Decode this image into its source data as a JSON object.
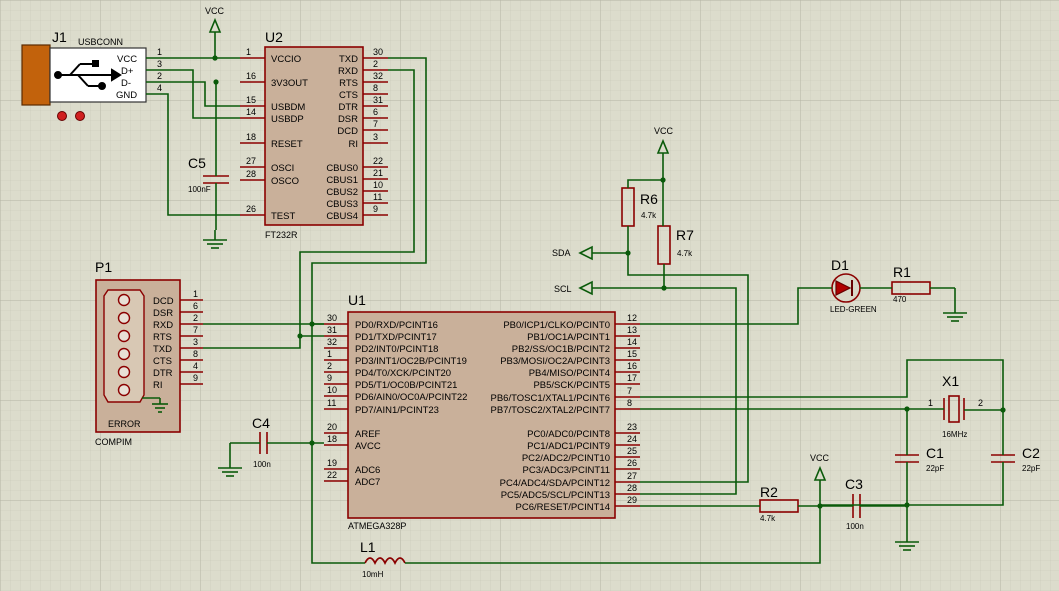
{
  "components": {
    "J1": {
      "ref": "J1",
      "name": "USBCONN",
      "pins": [
        "VCC",
        "D+",
        "D-",
        "GND"
      ],
      "pin_numbers": [
        "1",
        "3",
        "2",
        "4"
      ]
    },
    "U2": {
      "ref": "U2",
      "part": "FT232R",
      "left_pins": [
        {
          "num": "1",
          "name": "VCCIO"
        },
        {
          "num": "16",
          "name": "3V3OUT"
        },
        {
          "num": "15",
          "name": "USBDM"
        },
        {
          "num": "14",
          "name": "USBDP"
        },
        {
          "num": "18",
          "name": "RESET"
        },
        {
          "num": "27",
          "name": "OSCI"
        },
        {
          "num": "28",
          "name": "OSCO"
        },
        {
          "num": "26",
          "name": "TEST"
        }
      ],
      "right_pins": [
        {
          "num": "30",
          "name": "TXD"
        },
        {
          "num": "2",
          "name": "RXD"
        },
        {
          "num": "32",
          "name": "RTS"
        },
        {
          "num": "8",
          "name": "CTS"
        },
        {
          "num": "31",
          "name": "DTR"
        },
        {
          "num": "6",
          "name": "DSR"
        },
        {
          "num": "7",
          "name": "DCD"
        },
        {
          "num": "3",
          "name": "RI"
        },
        {
          "num": "22",
          "name": "CBUS0"
        },
        {
          "num": "21",
          "name": "CBUS1"
        },
        {
          "num": "10",
          "name": "CBUS2"
        },
        {
          "num": "11",
          "name": "CBUS3"
        },
        {
          "num": "9",
          "name": "CBUS4"
        }
      ]
    },
    "C5": {
      "ref": "C5",
      "value": "100nF"
    },
    "P1": {
      "ref": "P1",
      "part": "COMPIM",
      "status": "ERROR",
      "pins": [
        {
          "name": "DCD",
          "num": "1"
        },
        {
          "name": "DSR",
          "num": "6"
        },
        {
          "name": "RXD",
          "num": "2"
        },
        {
          "name": "RTS",
          "num": "7"
        },
        {
          "name": "TXD",
          "num": "3"
        },
        {
          "name": "CTS",
          "num": "8"
        },
        {
          "name": "DTR",
          "num": "4"
        },
        {
          "name": "RI",
          "num": "9"
        }
      ]
    },
    "U1": {
      "ref": "U1",
      "part": "ATMEGA328P",
      "left_pins": [
        {
          "num": "30",
          "name": "PD0/RXD/PCINT16"
        },
        {
          "num": "31",
          "name": "PD1/TXD/PCINT17"
        },
        {
          "num": "32",
          "name": "PD2/INT0/PCINT18"
        },
        {
          "num": "1",
          "name": "PD3/INT1/OC2B/PCINT19"
        },
        {
          "num": "2",
          "name": "PD4/T0/XCK/PCINT20"
        },
        {
          "num": "9",
          "name": "PD5/T1/OC0B/PCINT21"
        },
        {
          "num": "10",
          "name": "PD6/AIN0/OC0A/PCINT22"
        },
        {
          "num": "11",
          "name": "PD7/AIN1/PCINT23"
        },
        {
          "num": "20",
          "name": "AREF"
        },
        {
          "num": "18",
          "name": "AVCC"
        },
        {
          "num": "19",
          "name": "ADC6"
        },
        {
          "num": "22",
          "name": "ADC7"
        }
      ],
      "right_pins": [
        {
          "num": "12",
          "name": "PB0/ICP1/CLKO/PCINT0"
        },
        {
          "num": "13",
          "name": "PB1/OC1A/PCINT1"
        },
        {
          "num": "14",
          "name": "PB2/SS/OC1B/PCINT2"
        },
        {
          "num": "15",
          "name": "PB3/MOSI/OC2A/PCINT3"
        },
        {
          "num": "16",
          "name": "PB4/MISO/PCINT4"
        },
        {
          "num": "17",
          "name": "PB5/SCK/PCINT5"
        },
        {
          "num": "7",
          "name": "PB6/TOSC1/XTAL1/PCINT6"
        },
        {
          "num": "8",
          "name": "PB7/TOSC2/XTAL2/PCINT7"
        },
        {
          "num": "23",
          "name": "PC0/ADC0/PCINT8"
        },
        {
          "num": "24",
          "name": "PC1/ADC1/PCINT9"
        },
        {
          "num": "25",
          "name": "PC2/ADC2/PCINT10"
        },
        {
          "num": "26",
          "name": "PC3/ADC3/PCINT11"
        },
        {
          "num": "27",
          "name": "PC4/ADC4/SDA/PCINT12"
        },
        {
          "num": "28",
          "name": "PC5/ADC5/SCL/PCINT13"
        },
        {
          "num": "29",
          "name": "PC6/RESET/PCINT14"
        }
      ]
    },
    "R6": {
      "ref": "R6",
      "value": "4.7k"
    },
    "R7": {
      "ref": "R7",
      "value": "4.7k"
    },
    "D1": {
      "ref": "D1",
      "value": "LED-GREEN"
    },
    "R1": {
      "ref": "R1",
      "value": "470"
    },
    "X1": {
      "ref": "X1",
      "value": "16MHz",
      "pins": [
        "1",
        "2"
      ]
    },
    "C1": {
      "ref": "C1",
      "value": "22pF"
    },
    "C2": {
      "ref": "C2",
      "value": "22pF"
    },
    "C4": {
      "ref": "C4",
      "value": "100n"
    },
    "R2": {
      "ref": "R2",
      "value": "4.7k"
    },
    "C3": {
      "ref": "C3",
      "value": "100n"
    },
    "L1": {
      "ref": "L1",
      "value": "10mH"
    }
  },
  "power": {
    "vcc": "VCC"
  },
  "nets": {
    "sda": "SDA",
    "scl": "SCL"
  },
  "colors": {
    "background": "#dcdccc",
    "grid_minor": "#c8c8b8",
    "grid_major": "#b4b4a4",
    "wire": "#0a5a0a",
    "component": "#8b0000",
    "ic_fill": "#c9b09a",
    "usb_body": "#c2620c"
  }
}
